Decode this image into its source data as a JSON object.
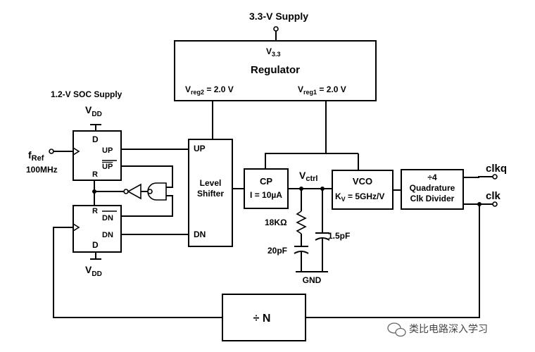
{
  "supply_33": "3.3-V Supply",
  "regulator": {
    "v_in": "V",
    "v_in_sub": "3.3",
    "title": "Regulator",
    "vreg2_main": "V",
    "vreg2_sub": "reg2",
    "vreg2_val": " = 2.0 V",
    "vreg1_main": "V",
    "vreg1_sub": "reg1",
    "vreg1_val": " = 2.0 V"
  },
  "soc_supply": "1.2-V SOC Supply",
  "vdd_top_main": "V",
  "vdd_top_sub": "DD",
  "vdd_bot_main": "V",
  "vdd_bot_sub": "DD",
  "fref_main": "f",
  "fref_sub": "Ref",
  "fref_freq": "100MHz",
  "ff_top": {
    "d": "D",
    "up": "UP",
    "up_bar": "UP",
    "r": "R"
  },
  "ff_bot": {
    "r": "R",
    "dn_bar": "DN",
    "dn": "DN",
    "d": "D"
  },
  "level_shifter": {
    "up": "UP",
    "line1": "Level",
    "line2": "Shifter",
    "dn": "DN"
  },
  "cp": {
    "title": "CP",
    "current": "I = 10µA"
  },
  "vctrl_main": "V",
  "vctrl_sub": "ctrl",
  "vco": {
    "title": "VCO",
    "k_main": "K",
    "k_sub": "V",
    "k_val": " = 5GHz/V"
  },
  "divider4": {
    "line1": "÷4",
    "line2": "Quadrature",
    "line3": "Clk Divider"
  },
  "clkq": "clkq",
  "clk": "clk",
  "r_value": "18KΩ",
  "c_series": "20pF",
  "c_shunt": "1.5pF",
  "gnd": "GND",
  "div_n": "÷ N",
  "watermark": "类比电路深入学习"
}
